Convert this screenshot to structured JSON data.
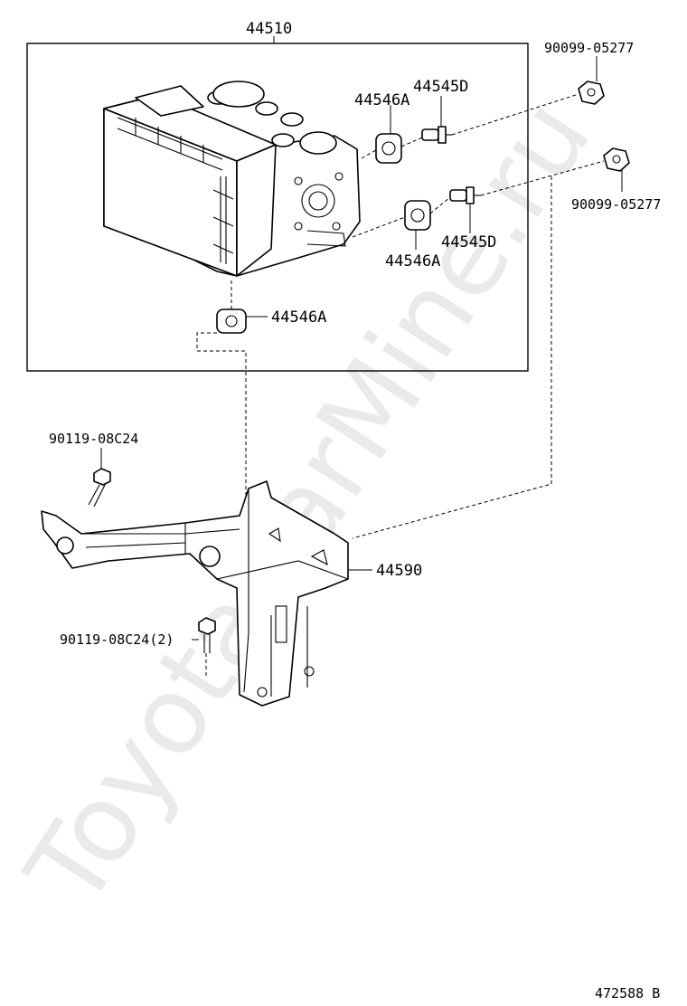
{
  "watermark": "ToyotaCarMine.ru",
  "labels": {
    "assembly": "44510",
    "nut_top": "90099-05277",
    "nut_mid": "90099-05277",
    "bolt_upper": "44545D",
    "bolt_lower": "44545D",
    "cushion_upper": "44546A",
    "cushion_middle": "44546A",
    "cushion_bottom": "44546A",
    "bracket": "44590",
    "bolt_bracket_left": "90119-08C24",
    "bolt_bracket_bottom": "90119-08C24(2)"
  },
  "footer": {
    "diagram_code": "472588 B"
  },
  "colors": {
    "line": "#000000",
    "background": "#ffffff",
    "watermark": "#d9d9d9"
  }
}
